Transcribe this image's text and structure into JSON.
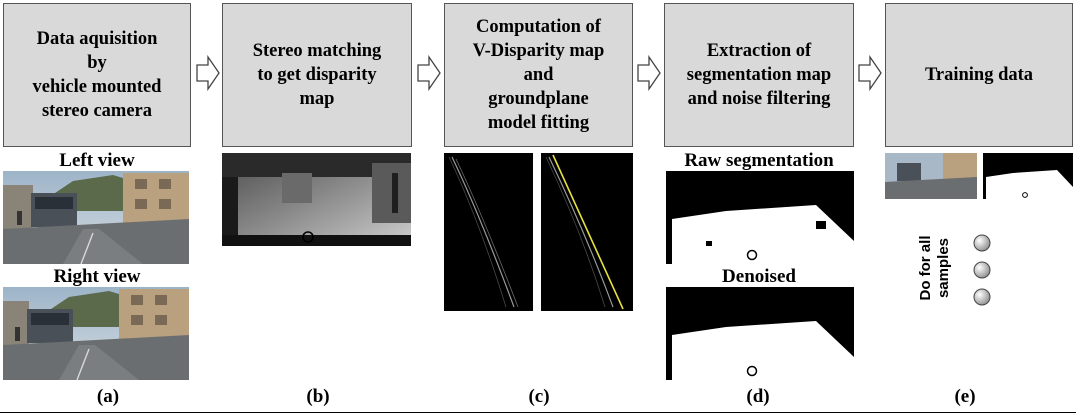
{
  "steps": [
    {
      "lines": [
        "Data aquisition",
        "by",
        "vehicle mounted",
        "stereo camera"
      ],
      "caption": "(a)"
    },
    {
      "lines": [
        "Stereo matching",
        "to get disparity",
        "map"
      ],
      "caption": "(b)"
    },
    {
      "lines": [
        "Computation of",
        "V-Disparity map",
        "and",
        "groundplane",
        "model fitting"
      ],
      "caption": "(c)"
    },
    {
      "lines": [
        "Extraction of",
        "segmentation map",
        "and noise filtering"
      ],
      "caption": "(d)"
    },
    {
      "lines": [
        "Training data"
      ],
      "caption": "(e)"
    }
  ],
  "labels": {
    "left_view": "Left view",
    "right_view": "Right view",
    "raw_segmentation": "Raw segmentation",
    "denoised": "Denoised",
    "do_for_all_line1": "Do for all",
    "do_for_all_line2": "samples"
  },
  "colors": {
    "box_fill": "#d9d9d9",
    "box_border": "#555555",
    "fit_line": "#e8e040"
  }
}
